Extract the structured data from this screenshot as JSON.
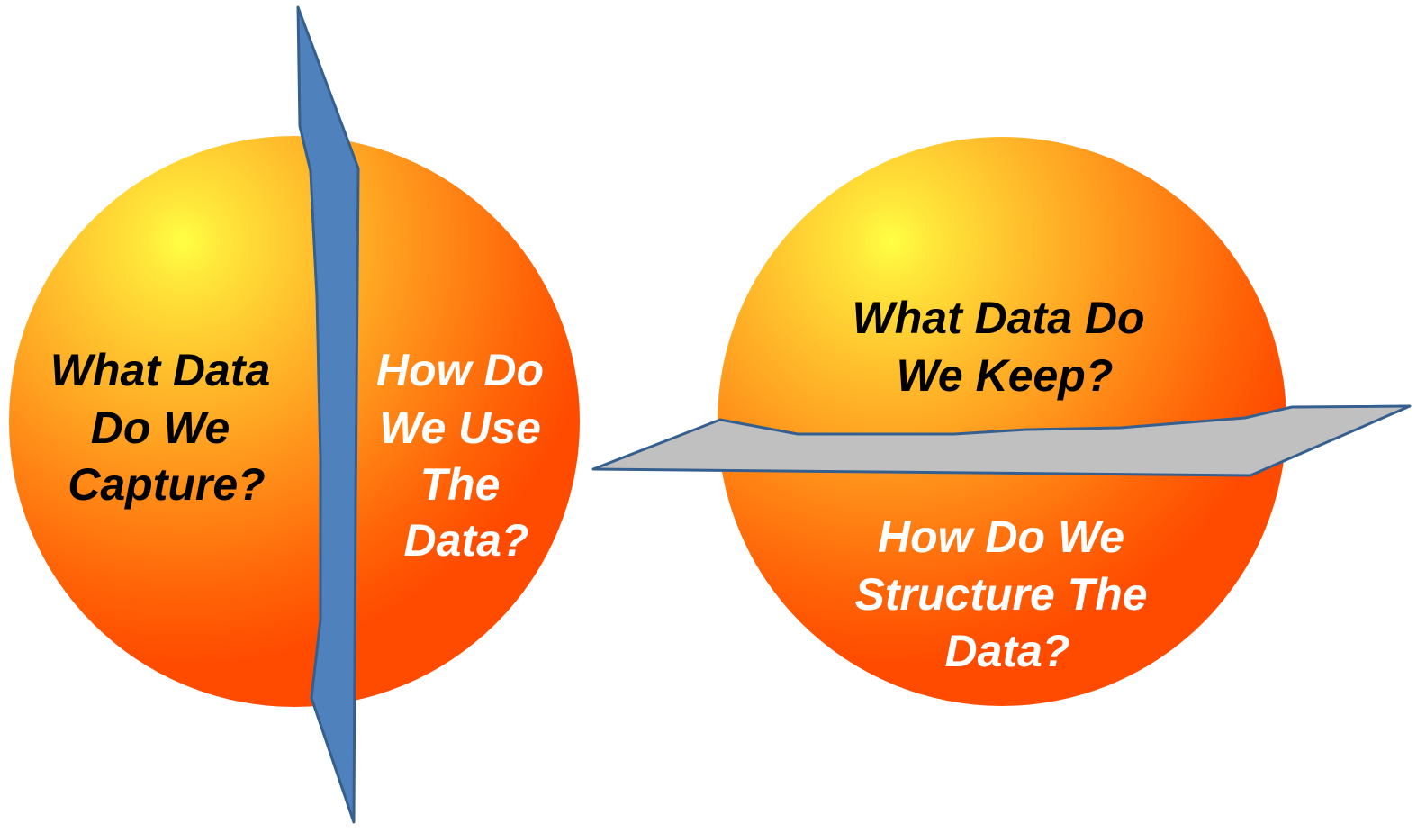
{
  "colors": {
    "sphere_highlight": "#ffff44",
    "sphere_mid": "#ffa722",
    "sphere_edge": "#ff4b00",
    "vertical_plane_fill": "#4f81bd",
    "horizontal_plane_fill": "#c0c0c0",
    "plane_stroke": "#355f8f",
    "text_dark": "#000000",
    "text_light": "#ffffff"
  },
  "left_sphere": {
    "left_half": {
      "lines": [
        "What Data",
        "Do We",
        "Capture?"
      ]
    },
    "right_half": {
      "lines": [
        "How Do",
        "We Use",
        "The",
        "Data?"
      ]
    }
  },
  "right_sphere": {
    "top_half": {
      "lines": [
        "What Data Do",
        "We Keep?"
      ]
    },
    "bottom_half": {
      "lines": [
        "How Do We",
        "Structure The",
        "Data?"
      ]
    }
  }
}
